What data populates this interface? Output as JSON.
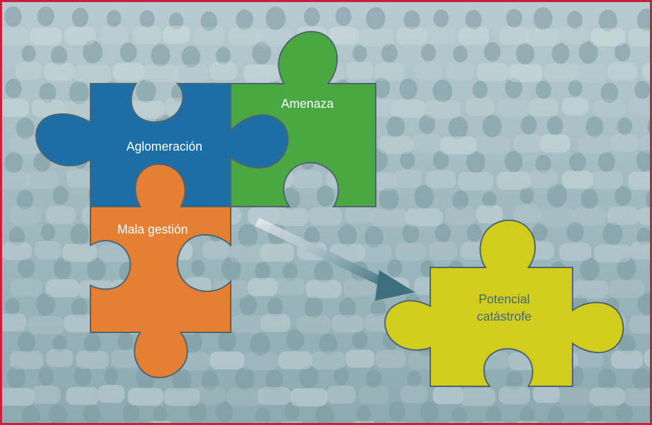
{
  "diagram": {
    "pieces": [
      {
        "id": "aglomeracion",
        "label": "Aglomeración",
        "color": "#1c6fa6"
      },
      {
        "id": "amenaza",
        "label": "Amenaza",
        "color": "#4aa843"
      },
      {
        "id": "mala-gestion",
        "label": "Mala gestión",
        "color": "#e57f33"
      },
      {
        "id": "potencial-catastrofe",
        "label_line1": "Potencial",
        "label_line2": "catástrofe",
        "color": "#d2cd1c"
      }
    ],
    "connector": {
      "from": "mala-gestion",
      "to": "potencial-catastrofe",
      "color": "#3d6f7e"
    },
    "colors": {
      "background": "#a9c0c4",
      "border": "#c8203a",
      "outline": "#4e6570"
    }
  }
}
